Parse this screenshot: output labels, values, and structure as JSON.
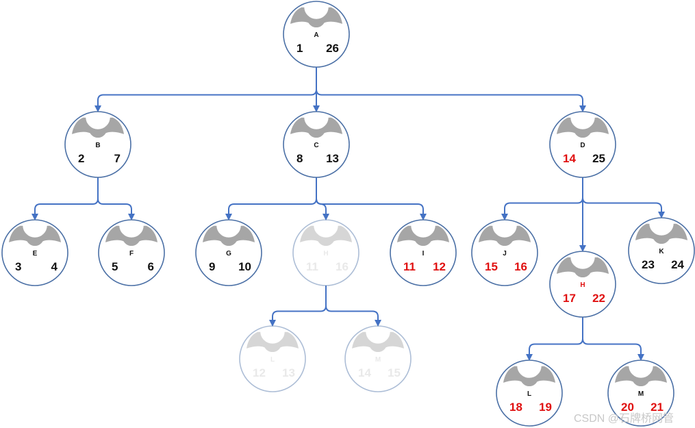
{
  "colors": {
    "edge": "#4472c4",
    "circle_stroke": "#4a6fa5",
    "cap": "#a6a6a6",
    "text_normal": "#111111",
    "text_highlight": "#e01010",
    "text_faded": "#d0d0d0"
  },
  "nodes": [
    {
      "id": "A",
      "label": "A",
      "enter": "1",
      "exit": "26",
      "label_state": "normal",
      "enter_state": "normal",
      "exit_state": "normal",
      "faded": false
    },
    {
      "id": "B",
      "label": "B",
      "enter": "2",
      "exit": "7",
      "label_state": "normal",
      "enter_state": "normal",
      "exit_state": "normal",
      "faded": false
    },
    {
      "id": "C",
      "label": "C",
      "enter": "8",
      "exit": "13",
      "label_state": "normal",
      "enter_state": "normal",
      "exit_state": "normal",
      "faded": false
    },
    {
      "id": "D",
      "label": "D",
      "enter": "14",
      "exit": "25",
      "label_state": "normal",
      "enter_state": "highlight",
      "exit_state": "normal",
      "faded": false
    },
    {
      "id": "E",
      "label": "E",
      "enter": "3",
      "exit": "4",
      "label_state": "normal",
      "enter_state": "normal",
      "exit_state": "normal",
      "faded": false
    },
    {
      "id": "F",
      "label": "F",
      "enter": "5",
      "exit": "6",
      "label_state": "normal",
      "enter_state": "normal",
      "exit_state": "normal",
      "faded": false
    },
    {
      "id": "G",
      "label": "G",
      "enter": "9",
      "exit": "10",
      "label_state": "normal",
      "enter_state": "normal",
      "exit_state": "normal",
      "faded": false
    },
    {
      "id": "H_old",
      "label": "H",
      "enter": "11",
      "exit": "16",
      "label_state": "faded",
      "enter_state": "faded",
      "exit_state": "faded",
      "faded": true
    },
    {
      "id": "I",
      "label": "I",
      "enter": "11",
      "exit": "12",
      "label_state": "normal",
      "enter_state": "highlight",
      "exit_state": "highlight",
      "faded": false
    },
    {
      "id": "L_old",
      "label": "L",
      "enter": "12",
      "exit": "13",
      "label_state": "faded",
      "enter_state": "faded",
      "exit_state": "faded",
      "faded": true
    },
    {
      "id": "M_old",
      "label": "M",
      "enter": "14",
      "exit": "15",
      "label_state": "faded",
      "enter_state": "faded",
      "exit_state": "faded",
      "faded": true
    },
    {
      "id": "J",
      "label": "J",
      "enter": "15",
      "exit": "16",
      "label_state": "normal",
      "enter_state": "highlight",
      "exit_state": "highlight",
      "faded": false
    },
    {
      "id": "H_new",
      "label": "H",
      "enter": "17",
      "exit": "22",
      "label_state": "highlight",
      "enter_state": "highlight",
      "exit_state": "highlight",
      "faded": false
    },
    {
      "id": "K",
      "label": "K",
      "enter": "23",
      "exit": "24",
      "label_state": "normal",
      "enter_state": "normal",
      "exit_state": "normal",
      "faded": false
    },
    {
      "id": "L_new",
      "label": "L",
      "enter": "18",
      "exit": "19",
      "label_state": "normal",
      "enter_state": "highlight",
      "exit_state": "highlight",
      "faded": false
    },
    {
      "id": "M_new",
      "label": "M",
      "enter": "20",
      "exit": "21",
      "label_state": "normal",
      "enter_state": "highlight",
      "exit_state": "highlight",
      "faded": false
    }
  ],
  "edges": [
    {
      "from": "A",
      "to": [
        "B",
        "C",
        "D"
      ]
    },
    {
      "from": "B",
      "to": [
        "E",
        "F"
      ]
    },
    {
      "from": "C",
      "to": [
        "G",
        "H_old",
        "I"
      ]
    },
    {
      "from": "H_old",
      "to": [
        "L_old",
        "M_old"
      ]
    },
    {
      "from": "D",
      "to": [
        "J",
        "H_new",
        "K"
      ]
    },
    {
      "from": "H_new",
      "to": [
        "L_new",
        "M_new"
      ]
    }
  ],
  "watermark": "CSDN @石牌桥网管"
}
